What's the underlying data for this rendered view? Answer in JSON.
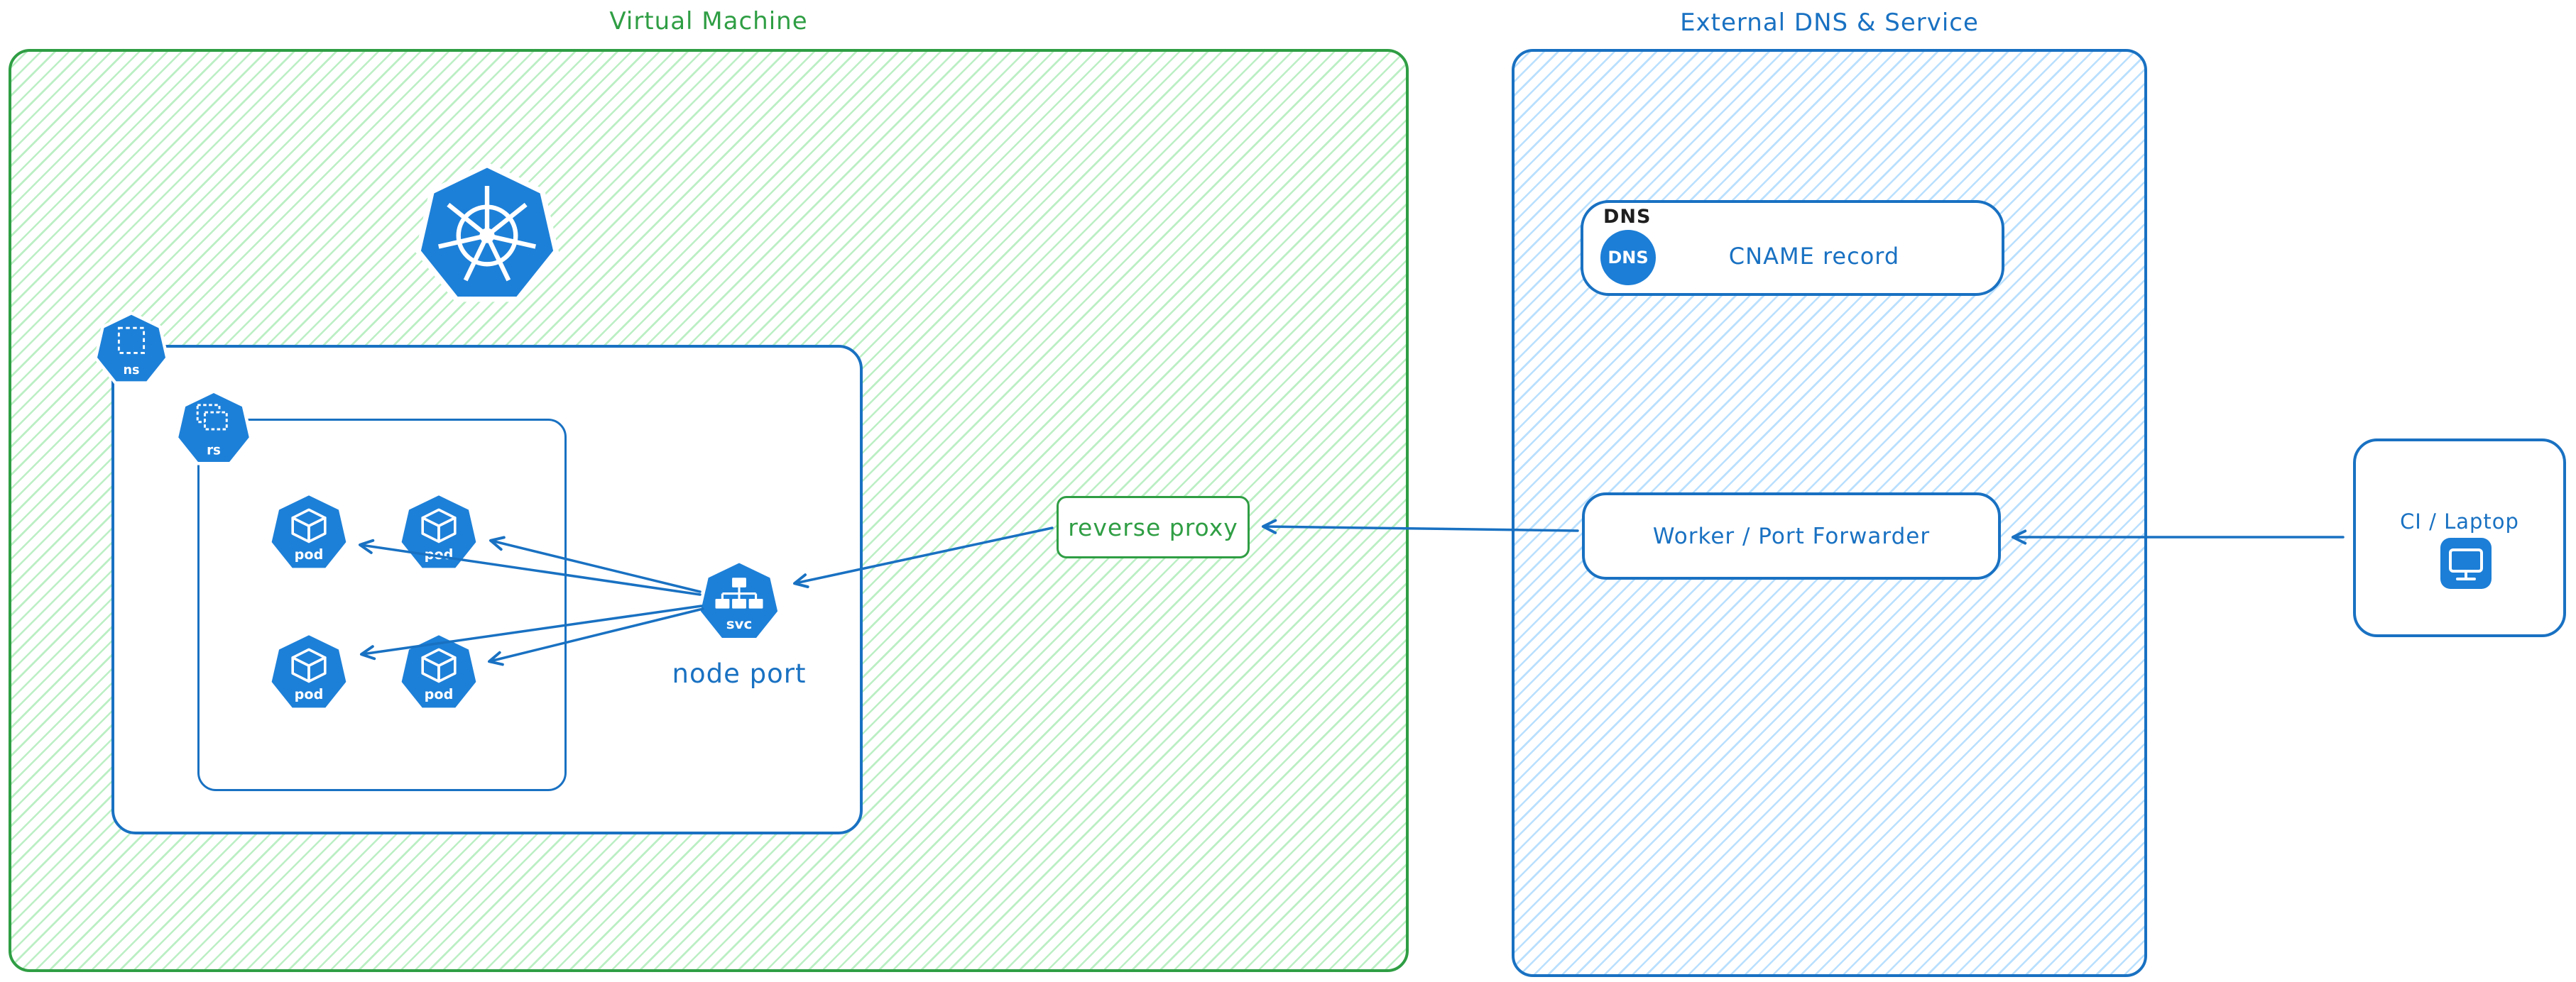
{
  "diagram": {
    "vm": {
      "title": "Virtual Machine"
    },
    "external": {
      "title": "External DNS & Service"
    },
    "k8s": {
      "namespace_label": "ns",
      "replicaset_label": "rs",
      "pod_label": "pod",
      "service_label": "svc",
      "node_port_label": "node port"
    },
    "reverse_proxy": {
      "label": "reverse proxy"
    },
    "dns": {
      "tag": "DNS",
      "icon_label": "DNS",
      "record_label": "CNAME record"
    },
    "worker": {
      "label": "Worker / Port Forwarder"
    },
    "ci": {
      "label": "CI / Laptop"
    }
  },
  "colors": {
    "green": "#2f9e44",
    "blue": "#1971c2",
    "icon_blue": "#1d80d8",
    "text_dark": "#1e1e1e"
  }
}
